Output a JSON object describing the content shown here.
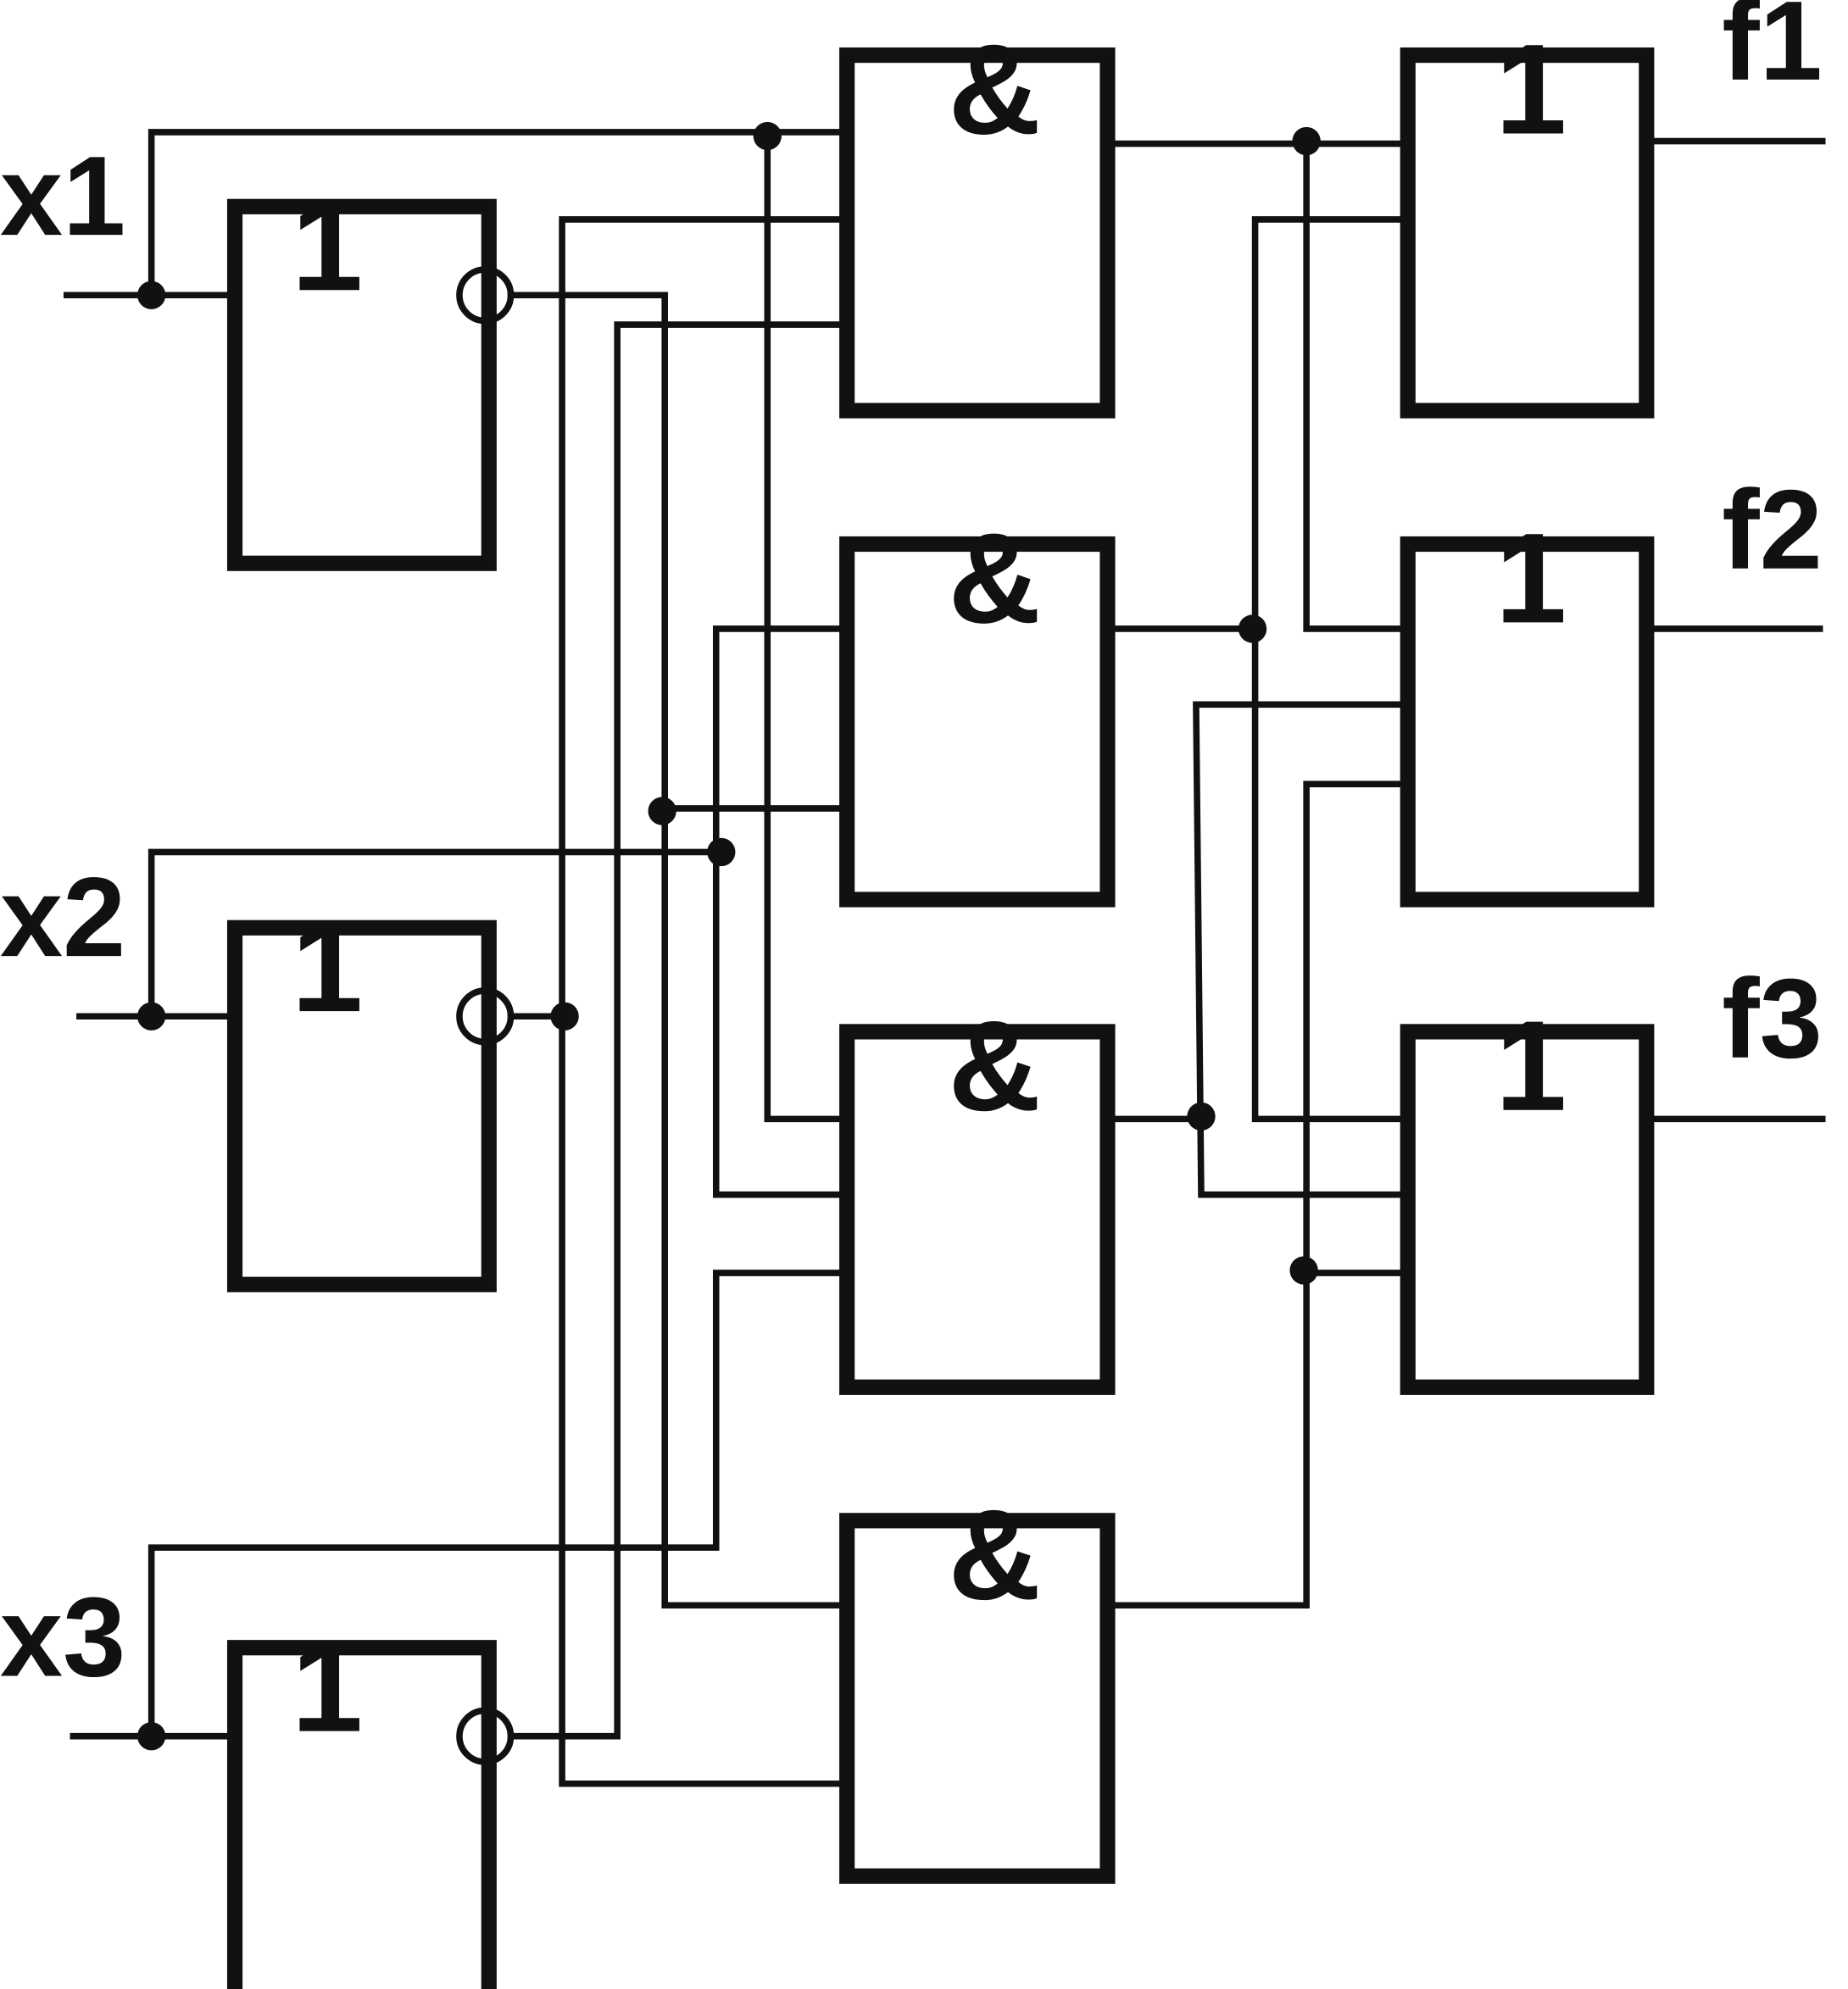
{
  "inputs": [
    {
      "label": "x1"
    },
    {
      "label": "x2"
    },
    {
      "label": "x3"
    }
  ],
  "outputs": [
    {
      "label": "f1"
    },
    {
      "label": "f2"
    },
    {
      "label": "f3"
    }
  ],
  "gates": {
    "inverter_label": "1",
    "and_label": "&",
    "or_label": "1"
  }
}
